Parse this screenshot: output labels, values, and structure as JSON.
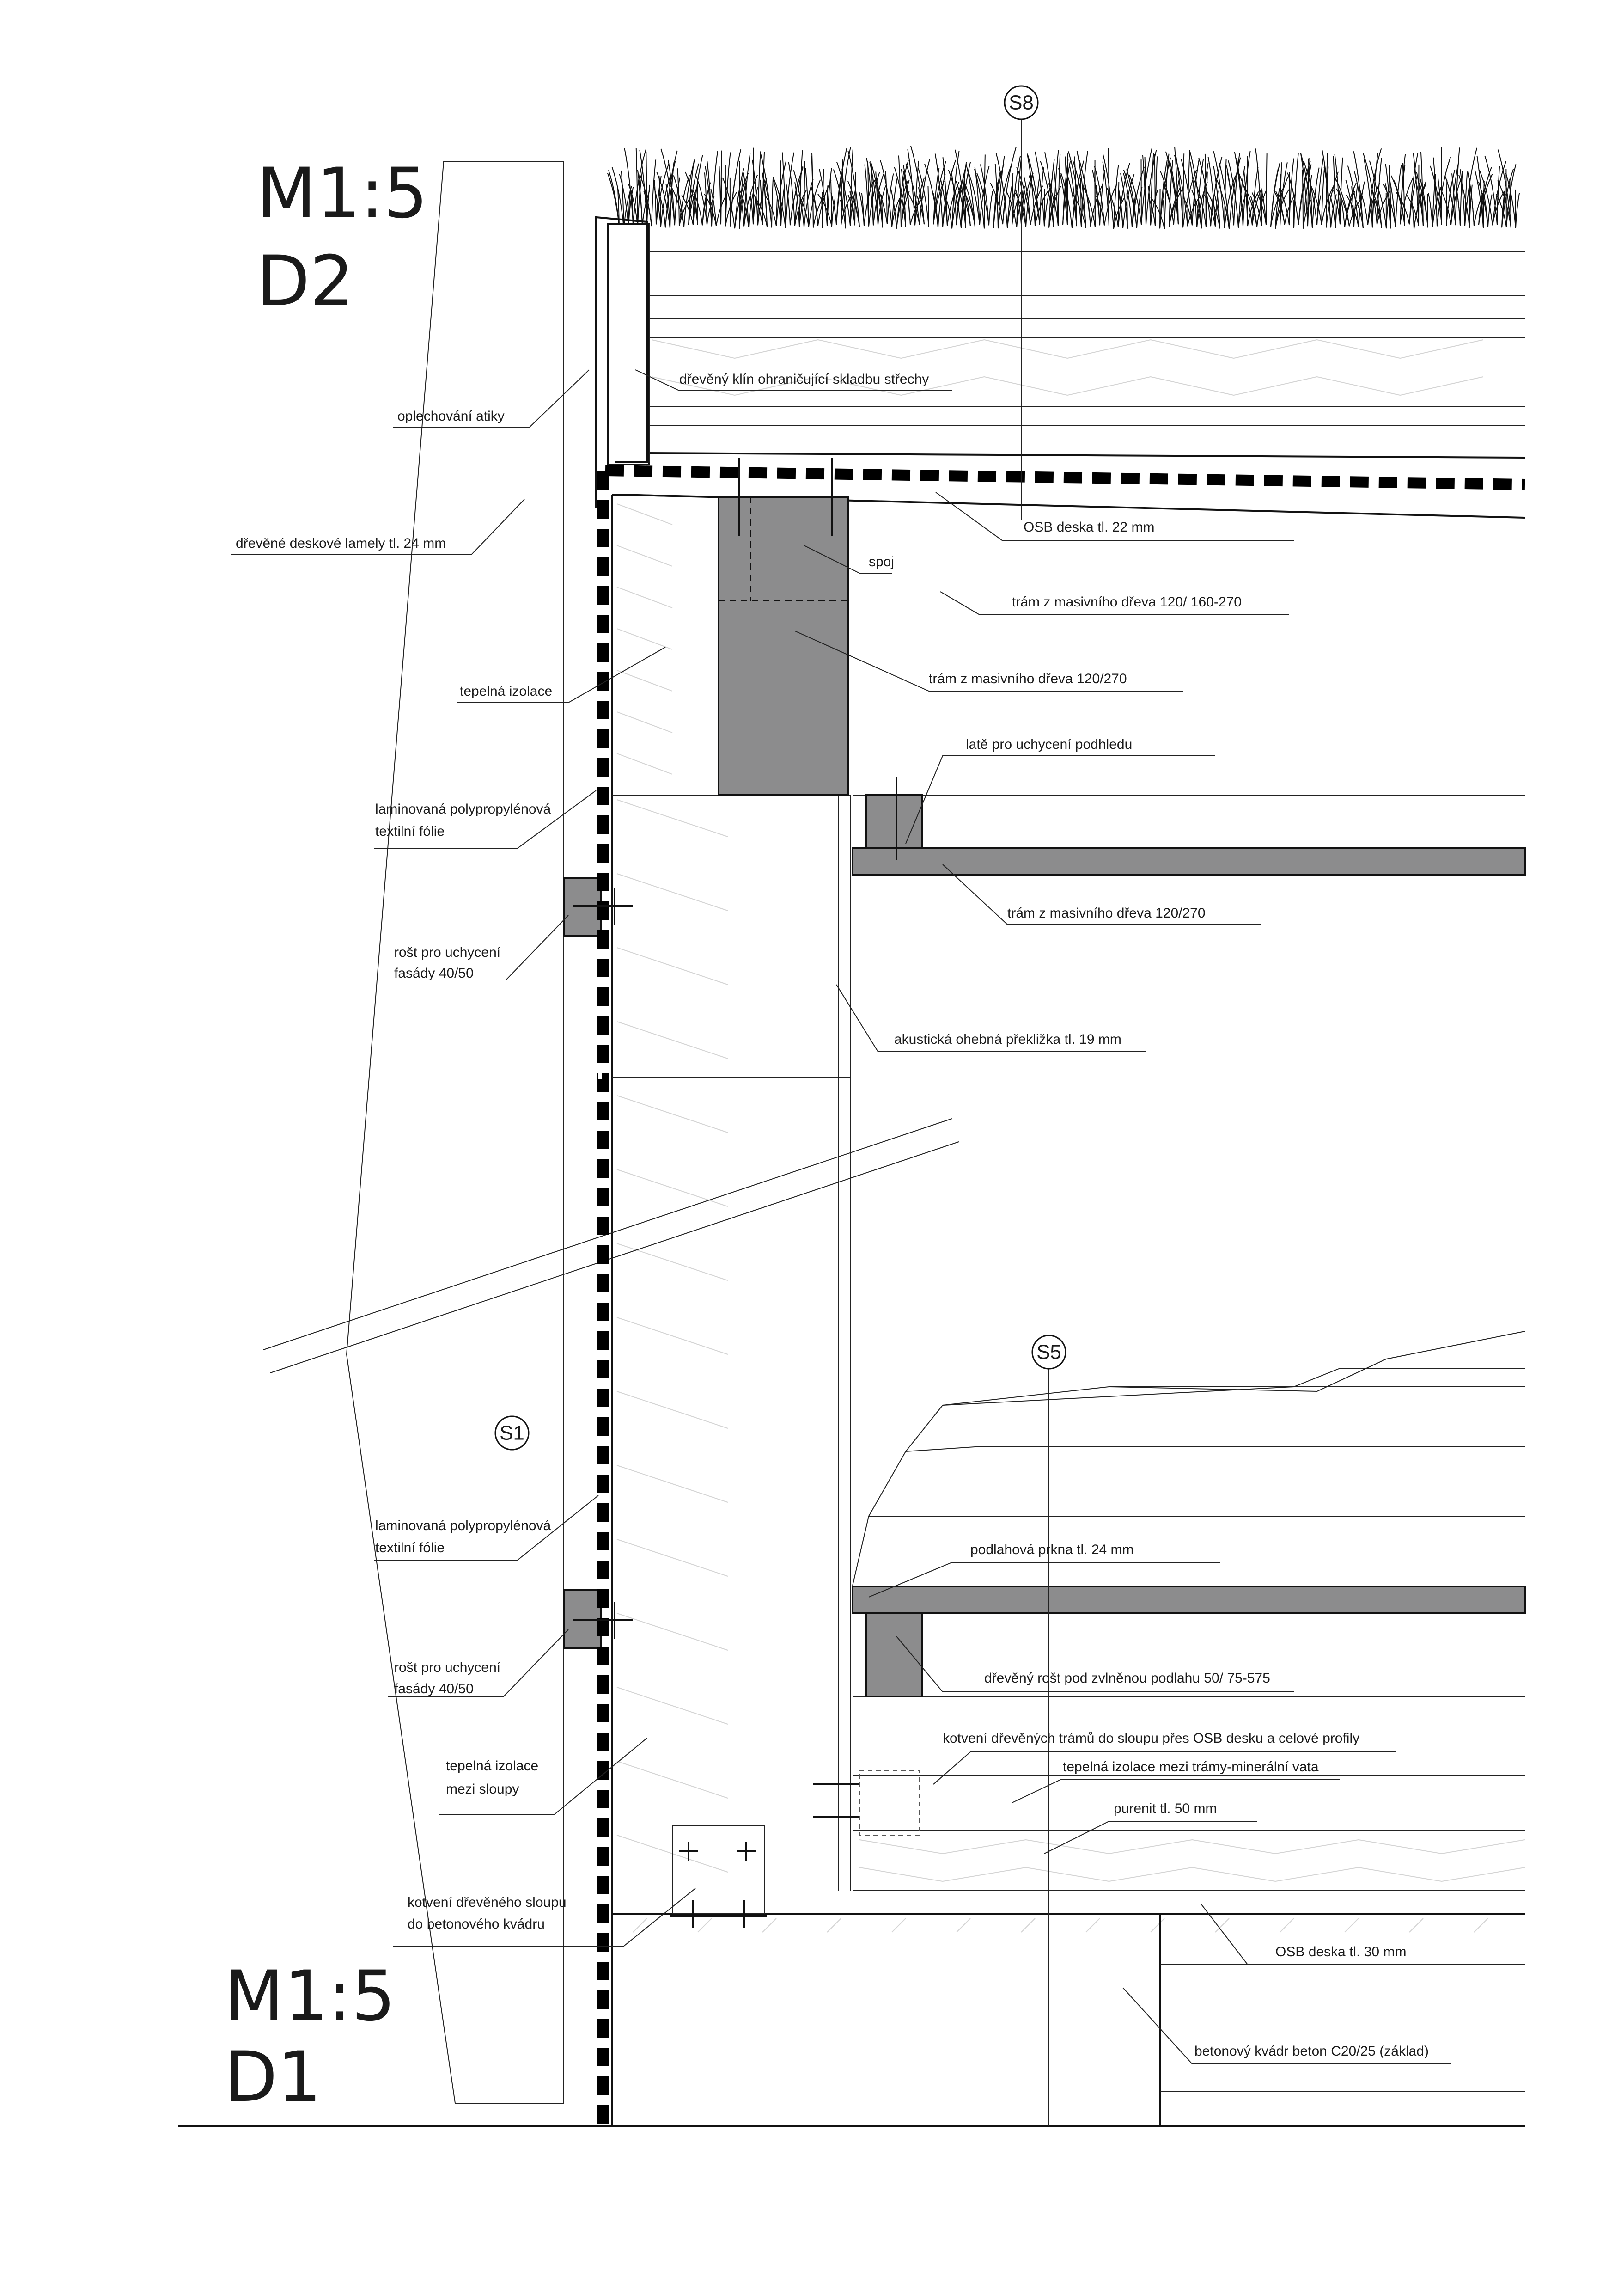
{
  "scales": {
    "upper": {
      "scale": "M1:5",
      "detail": "D2"
    },
    "lower": {
      "scale": "M1:5",
      "detail": "D1"
    }
  },
  "section_markers": [
    "S8",
    "S5",
    "S1"
  ],
  "labels": {
    "wedge": "dřevěný klín ohraničující skladbu střechy",
    "flashing": "oplechování atiky",
    "osb22": "OSB deska tl. 22 mm",
    "lamely": "dřevěné deskové lamely tl. 24 mm",
    "spoj": "spoj",
    "beam_top": "trám z masivního dřeva 120/ 160-270",
    "beam_mid": "trám z masivního dřeva 120/270",
    "insulation": "tepelná izolace",
    "latte": "latě pro uchycení podhledu",
    "foil_top_1": "laminovaná polypropylénová",
    "foil_top_2": "textilní fólie",
    "beam_lower": "trám z masivního dřeva 120/270",
    "grid_top_1": "rošt pro uchycení",
    "grid_top_2": "fasády 40/50",
    "plywood": "akustická ohebná překližka tl. 19 mm",
    "foil_bot_1": "laminovaná polypropylénová",
    "foil_bot_2": "textilní fólie",
    "floorboards": "podlahová prkna tl. 24 mm",
    "grid_bot_1": "rošt pro uchycení",
    "grid_bot_2": "fasády 40/50",
    "floor_grid": "dřevěný rošt pod zvlněnou podlahu 50/ 75-575",
    "anchor_beams": "kotvení dřevěných trámů do sloupu přes OSB desku a celové profily",
    "mineral": "tepelná izolace mezi trámy-minerální vata",
    "ins_col_1": "tepelná izolace",
    "ins_col_2": "mezi sloupy",
    "purenit": "purenit tl. 50 mm",
    "anchor_col_1": "kotvení dřevěného sloupu",
    "anchor_col_2": "do betonového kvádru",
    "osb30": "OSB deska tl. 30 mm",
    "concrete": "betonový kvádr beton C20/25 (základ)"
  }
}
